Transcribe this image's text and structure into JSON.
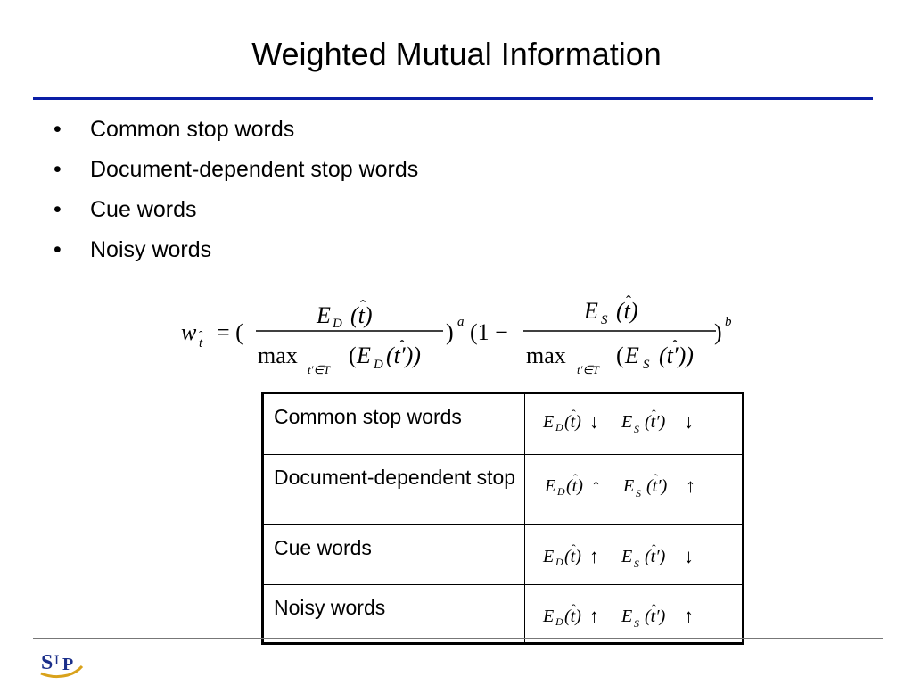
{
  "title": "Weighted Mutual Information",
  "bullets": [
    "Common stop words",
    "Document-dependent stop words",
    "Cue words",
    "Noisy words"
  ],
  "formula": {
    "lhs": "w",
    "eq": "= (",
    "open_a": ")",
    "exp_a": "a",
    "one_minus": "(1 −",
    "close_b": ")",
    "exp_b": "b",
    "max": "max",
    "E": "E",
    "sub_D": "D",
    "sub_S": "S",
    "t_hat": "(t)",
    "t_hat_prime_D": "(E",
    "under": "t′∈T",
    "t_prime": "(t′))"
  },
  "table": {
    "rows": [
      {
        "label": "Common stop words",
        "arrow1": "↓",
        "arrow2": "↓"
      },
      {
        "label": "Document-dependent stop",
        "arrow1": "↑",
        "arrow2": "↑"
      },
      {
        "label": "Cue words",
        "arrow1": "↑",
        "arrow2": "↓"
      },
      {
        "label": "Noisy words",
        "arrow1": "↑",
        "arrow2": "↑"
      }
    ],
    "expr": {
      "E": "E",
      "sub_D": "D",
      "sub_S": "S",
      "t": "(t)",
      "t_prime": "(t′)"
    }
  },
  "logo": {
    "text": "SLP",
    "colors": {
      "primary": "#1b2f8a",
      "accent": "#d9a21b"
    }
  }
}
